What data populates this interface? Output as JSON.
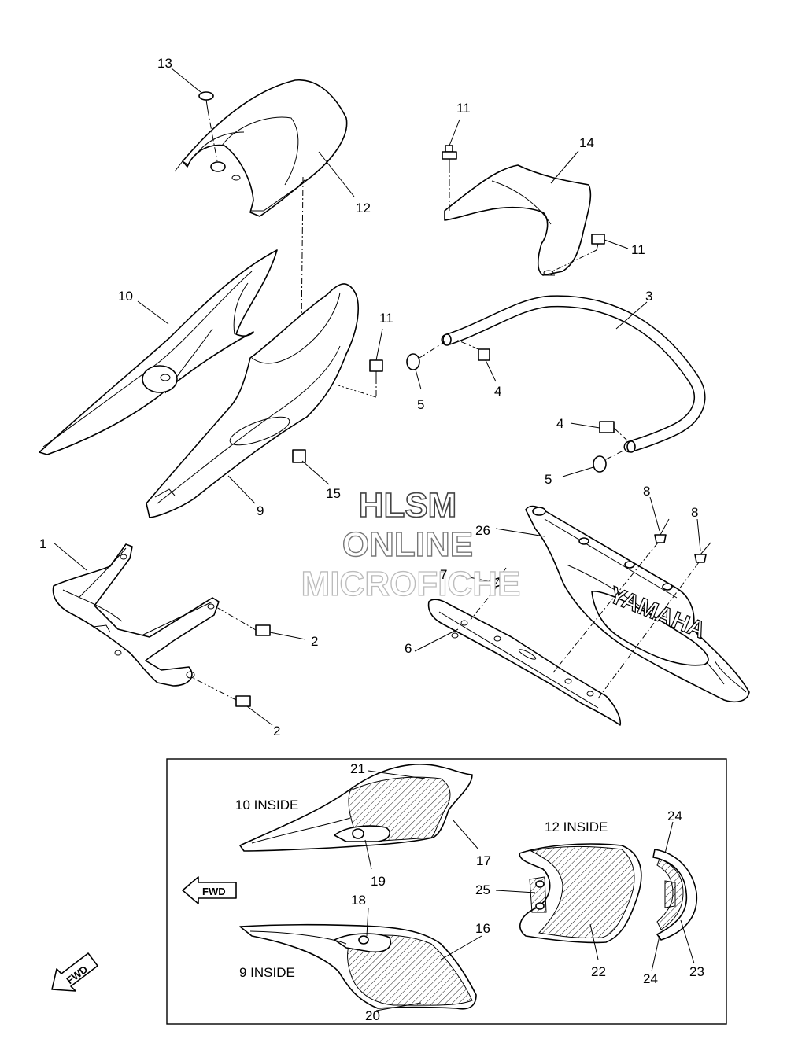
{
  "watermark": {
    "line1": "HLSM",
    "line2": "ONLINE",
    "line3": "MICROFICHE"
  },
  "callouts": {
    "c1": "1",
    "c2a": "2",
    "c2b": "2",
    "c3": "3",
    "c4a": "4",
    "c4b": "4",
    "c5a": "5",
    "c5b": "5",
    "c6": "6",
    "c7": "7",
    "c8a": "8",
    "c8b": "8",
    "c9": "9",
    "c10": "10",
    "c11a": "11",
    "c11b": "11",
    "c11c": "11",
    "c12": "12",
    "c13": "13",
    "c14": "14",
    "c15": "15",
    "c16": "16",
    "c17": "17",
    "c18": "18",
    "c19": "19",
    "c20": "20",
    "c21": "21",
    "c22": "22",
    "c23": "23",
    "c24a": "24",
    "c24b": "24",
    "c25": "25",
    "c26": "26"
  },
  "inset": {
    "label_10": "10 INSIDE",
    "label_12": "12 INSIDE",
    "label_9": "9 INSIDE"
  },
  "arrows": {
    "fwd_flat": "FWD",
    "fwd_iso": "FWD"
  },
  "logo_text": "YAMAHA"
}
